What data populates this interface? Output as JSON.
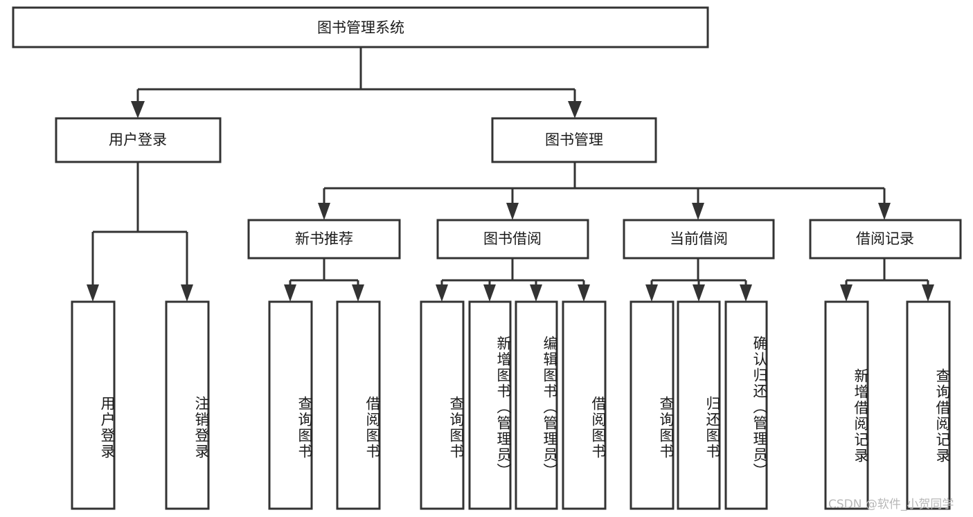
{
  "diagram": {
    "title": "图书管理系统",
    "type": "hierarchy-tree",
    "root": {
      "id": "root",
      "label": "图书管理系统",
      "orientation": "horizontal"
    },
    "level2": [
      {
        "id": "user-login",
        "label": "用户登录",
        "orientation": "horizontal"
      },
      {
        "id": "book-management",
        "label": "图书管理",
        "orientation": "horizontal"
      }
    ],
    "level3": [
      {
        "id": "new-book-recommend",
        "label": "新书推荐",
        "orientation": "horizontal"
      },
      {
        "id": "book-borrow",
        "label": "图书借阅",
        "orientation": "horizontal"
      },
      {
        "id": "current-borrow",
        "label": "当前借阅",
        "orientation": "horizontal"
      },
      {
        "id": "borrow-record",
        "label": "借阅记录",
        "orientation": "horizontal"
      }
    ],
    "leaves": [
      {
        "id": "leaf-user-login",
        "label": "用户登录",
        "parent": "user-login",
        "orientation": "vertical"
      },
      {
        "id": "leaf-user-logout",
        "label": "注销登录",
        "parent": "user-login",
        "orientation": "vertical"
      },
      {
        "id": "leaf-query-book-1",
        "label": "查询图书",
        "parent": "new-book-recommend",
        "orientation": "vertical"
      },
      {
        "id": "leaf-borrow-book-1",
        "label": "借阅图书",
        "parent": "new-book-recommend",
        "orientation": "vertical"
      },
      {
        "id": "leaf-query-book-2",
        "label": "查询图书",
        "parent": "book-borrow",
        "orientation": "vertical"
      },
      {
        "id": "leaf-add-book",
        "label": "新增图书（管理员）",
        "parent": "book-borrow",
        "orientation": "vertical"
      },
      {
        "id": "leaf-edit-book",
        "label": "编辑图书（管理员）",
        "parent": "book-borrow",
        "orientation": "vertical"
      },
      {
        "id": "leaf-borrow-book-2",
        "label": "借阅图书",
        "parent": "book-borrow",
        "orientation": "vertical"
      },
      {
        "id": "leaf-query-book-3",
        "label": "查询图书",
        "parent": "current-borrow",
        "orientation": "vertical"
      },
      {
        "id": "leaf-return-book",
        "label": "归还图书",
        "parent": "current-borrow",
        "orientation": "vertical"
      },
      {
        "id": "leaf-confirm-return",
        "label": "确认归还（管理员）",
        "parent": "current-borrow",
        "orientation": "vertical"
      },
      {
        "id": "leaf-add-borrow-record",
        "label": "新增借阅记录",
        "parent": "borrow-record",
        "orientation": "vertical"
      },
      {
        "id": "leaf-query-borrow-record",
        "label": "查询借阅记录",
        "parent": "borrow-record",
        "orientation": "vertical"
      }
    ],
    "colors": {
      "box_stroke": "#333333",
      "box_fill": "#ffffff",
      "connector": "#333333",
      "text": "#1a1a1a",
      "watermark": "#b8b8b8",
      "background": "#ffffff"
    }
  },
  "watermark": {
    "text": "CSDN @软件_小贺同学"
  }
}
